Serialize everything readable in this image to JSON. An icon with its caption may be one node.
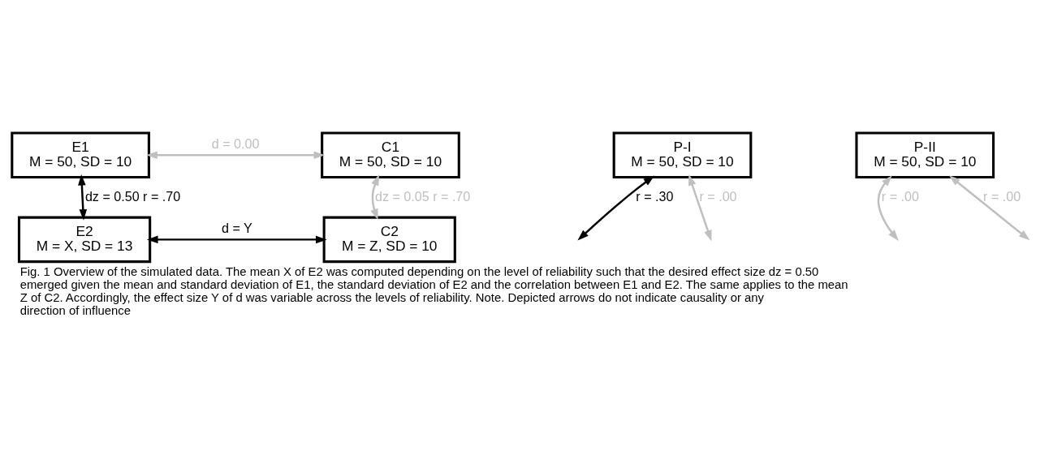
{
  "diagram": {
    "caption": "Fig. 1 Overview of the simulated data. The mean X of E2 was computed depending on the level of reliability such that the desired effect size dz = 0.50 emerged given the mean and standard deviation of E1, the standard deviation of E2 and the correlation between E1 and E2. The same applies to the mean Z of C2. Accordingly, the effect size Y of d was variable across the levels of reliability. Note. Depicted arrows do not indicate causality or any direction of influence",
    "nodes": [
      {
        "text": [
          "E1",
          "M = 50, SD = 10"
        ]
      },
      {
        "text": [
          "C1",
          "M = 50, SD = 10"
        ]
      },
      {
        "text": [
          "P-I",
          "M = 50, SD = 10"
        ]
      },
      {
        "text": [
          "P-II",
          "M = 50, SD = 10"
        ]
      },
      {
        "text": [
          "E2",
          "M = X, SD = 13"
        ]
      },
      {
        "text": [
          "C2",
          "M = Z, SD = 10"
        ]
      }
    ],
    "edges": [
      {
        "from": 0,
        "to": 1,
        "arrow": "both",
        "label": "d = 0.00"
      },
      {
        "from": 0,
        "to": 4,
        "arrow": "both",
        "label": "dz = 0.50 r = .70",
        "color": "#000000"
      },
      {
        "from": 2,
        "to": null,
        "arrow": "both",
        "label": "r = .30",
        "color": "#000000"
      },
      {
        "from": null,
        "to": 3,
        "arrow": "both",
        "label": "r = .00"
      },
      {
        "from": 2,
        "to": null,
        "arrow": "both",
        "label": "r = .00"
      },
      {
        "from": 3,
        "to": null,
        "arrow": "both",
        "label": "r = .00"
      },
      {
        "from": 1,
        "to": 5,
        "arrow": "both",
        "label": "dz = 0.05 r = .70"
      },
      {
        "from": 4,
        "to": 5,
        "arrow": "both",
        "label": "d = Y",
        "color": "#000000"
      }
    ]
  }
}
